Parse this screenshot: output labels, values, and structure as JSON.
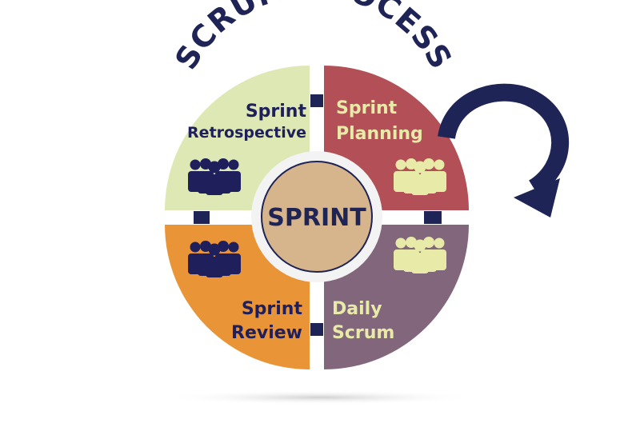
{
  "title": "SCRUM PROCESS",
  "center": {
    "label": "SPRINT"
  },
  "quadrants": [
    {
      "line1": "Sprint",
      "line2": "Retrospective",
      "fill": "#dde8b4",
      "text_color": "#1f1f5c",
      "people_color": "#1f1f5c"
    },
    {
      "line1": "Sprint",
      "line2": "Planning",
      "fill": "#b35057",
      "text_color": "#e8eaa8",
      "people_color": "#e8eaa8"
    },
    {
      "line1": "Sprint",
      "line2": "Review",
      "fill": "#ea9438",
      "text_color": "#1f1f5c",
      "people_color": "#1f1f5c"
    },
    {
      "line1": "Daily",
      "line2": "Scrum",
      "fill": "#82677c",
      "text_color": "#e8eaa8",
      "people_color": "#e8eaa8"
    }
  ],
  "colors": {
    "navy": "#1f2456",
    "center_fill": "#d6b48c",
    "center_ring": "#f3f3f3",
    "connector": "#1f2456",
    "arrow": "#1f2456"
  },
  "icons": {
    "arrow": "cycle-arrow-icon",
    "people": "team-icon"
  }
}
